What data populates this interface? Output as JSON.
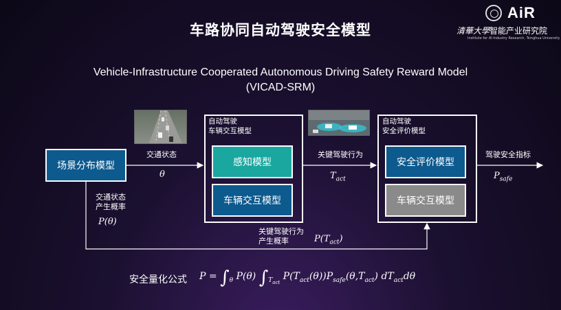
{
  "header": {
    "title": "车路协同自动驾驶安全模型",
    "subtitle_line1": "Vehicle-Infrastructure Cooperated Autonomous Driving Safety Reward Model",
    "subtitle_line2": "(VICAD-SRM)"
  },
  "logo": {
    "text": "AiR",
    "institute_cn_script": "清華大學",
    "institute_cn": "智能产业研究院",
    "institute_en": "Institute for AI Industry Research, Tsinghua University"
  },
  "diagram": {
    "scene_box": "场景分布模型",
    "traffic_state_label": "交通状态",
    "theta": "θ",
    "traffic_prob_line1": "交通状态",
    "traffic_prob_line2": "产生概率",
    "p_theta": "P(θ)",
    "frame1_title_line1": "自动驾驶",
    "frame1_title_line2": "车辆交互模型",
    "perception_box": "感知模型",
    "interaction_box1": "车辆交互模型",
    "key_behavior_label": "关键驾驶行为",
    "t_act_symbol": "T",
    "t_act_sub": "act",
    "key_prob_line1": "关键驾驶行为",
    "key_prob_line2": "产生概率",
    "p_tact": "P(T",
    "p_tact_sub": "act",
    "p_tact_close": ")",
    "frame2_title_line1": "自动驾驶",
    "frame2_title_line2": "安全评价模型",
    "safety_eval_box": "安全评价模型",
    "interaction_box2": "车辆交互模型",
    "safety_index_label": "驾驶安全指标",
    "p_safe_symbol": "P",
    "p_safe_sub": "safe"
  },
  "formula": {
    "label": "安全量化公式",
    "p_eq": "P =",
    "integral": "∫",
    "int1_sub": "θ",
    "part1": "P(θ)",
    "int2_sub": "T",
    "int2_sub_sub": "act",
    "part2": "P(T",
    "part2_sub": "act",
    "part2_b": "(θ))P",
    "part2_sub2": "safe",
    "part2_c": "(θ,T",
    "part2_sub3": "act",
    "part2_d": ") dT",
    "part2_sub4": "act",
    "part2_e": "dθ"
  },
  "colors": {
    "box_blue": "#0d5a8e",
    "box_teal": "#1aa7a0",
    "box_gray": "#8a8a8a"
  }
}
